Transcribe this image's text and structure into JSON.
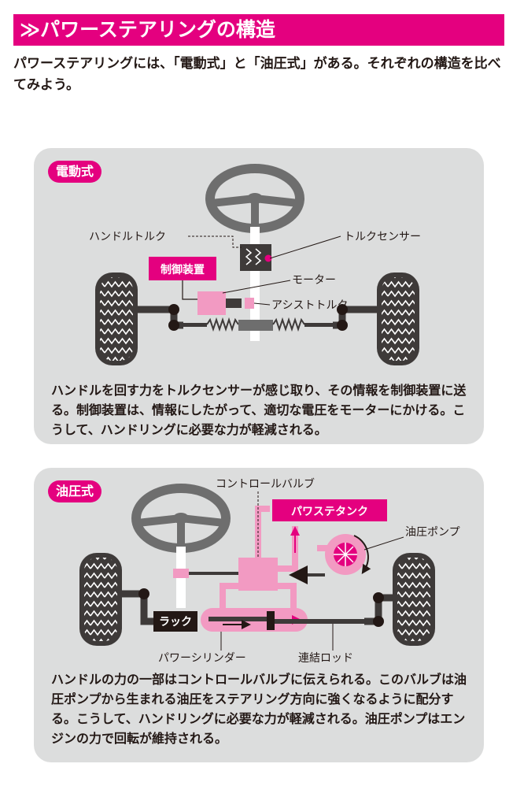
{
  "header": {
    "title": "≫パワーステアリングの構造"
  },
  "intro": "パワーステアリングには、「電動式」と「油圧式」がある。それぞれの構造を比べてみよう。",
  "colors": {
    "accent": "#e4007f",
    "accent_light": "#f29ac2",
    "panel_bg": "#dcdddd",
    "dark": "#3e3a39"
  },
  "electric": {
    "tag": "電動式",
    "labels": {
      "handle_torque": "ハンドルトルク",
      "torque_sensor": "トルクセンサー",
      "controller": "制御装置",
      "motor": "モーター",
      "assist_torque": "アシストトルク"
    },
    "description": "ハンドルを回す力をトルクセンサーが感じ取り、その情報を制御装置に送る。制御装置は、情報にしたがって、適切な電圧をモーターにかける。こうして、ハンドリングに必要な力が軽減される。"
  },
  "hydraulic": {
    "tag": "油圧式",
    "labels": {
      "control_valve": "コントロールバルブ",
      "power_tank": "パワステタンク",
      "oil_pump": "油圧ポンプ",
      "rack": "ラック",
      "power_cylinder": "パワーシリンダー",
      "tie_rod": "連結ロッド"
    },
    "description": "ハンドルの力の一部はコントロールバルブに伝えられる。このバルブは油圧ポンプから生まれる油圧をステアリング方向に強くなるように配分する。こうして、ハンドリングに必要な力が軽減される。油圧ポンプはエンジンの力で回転が維持される。"
  }
}
